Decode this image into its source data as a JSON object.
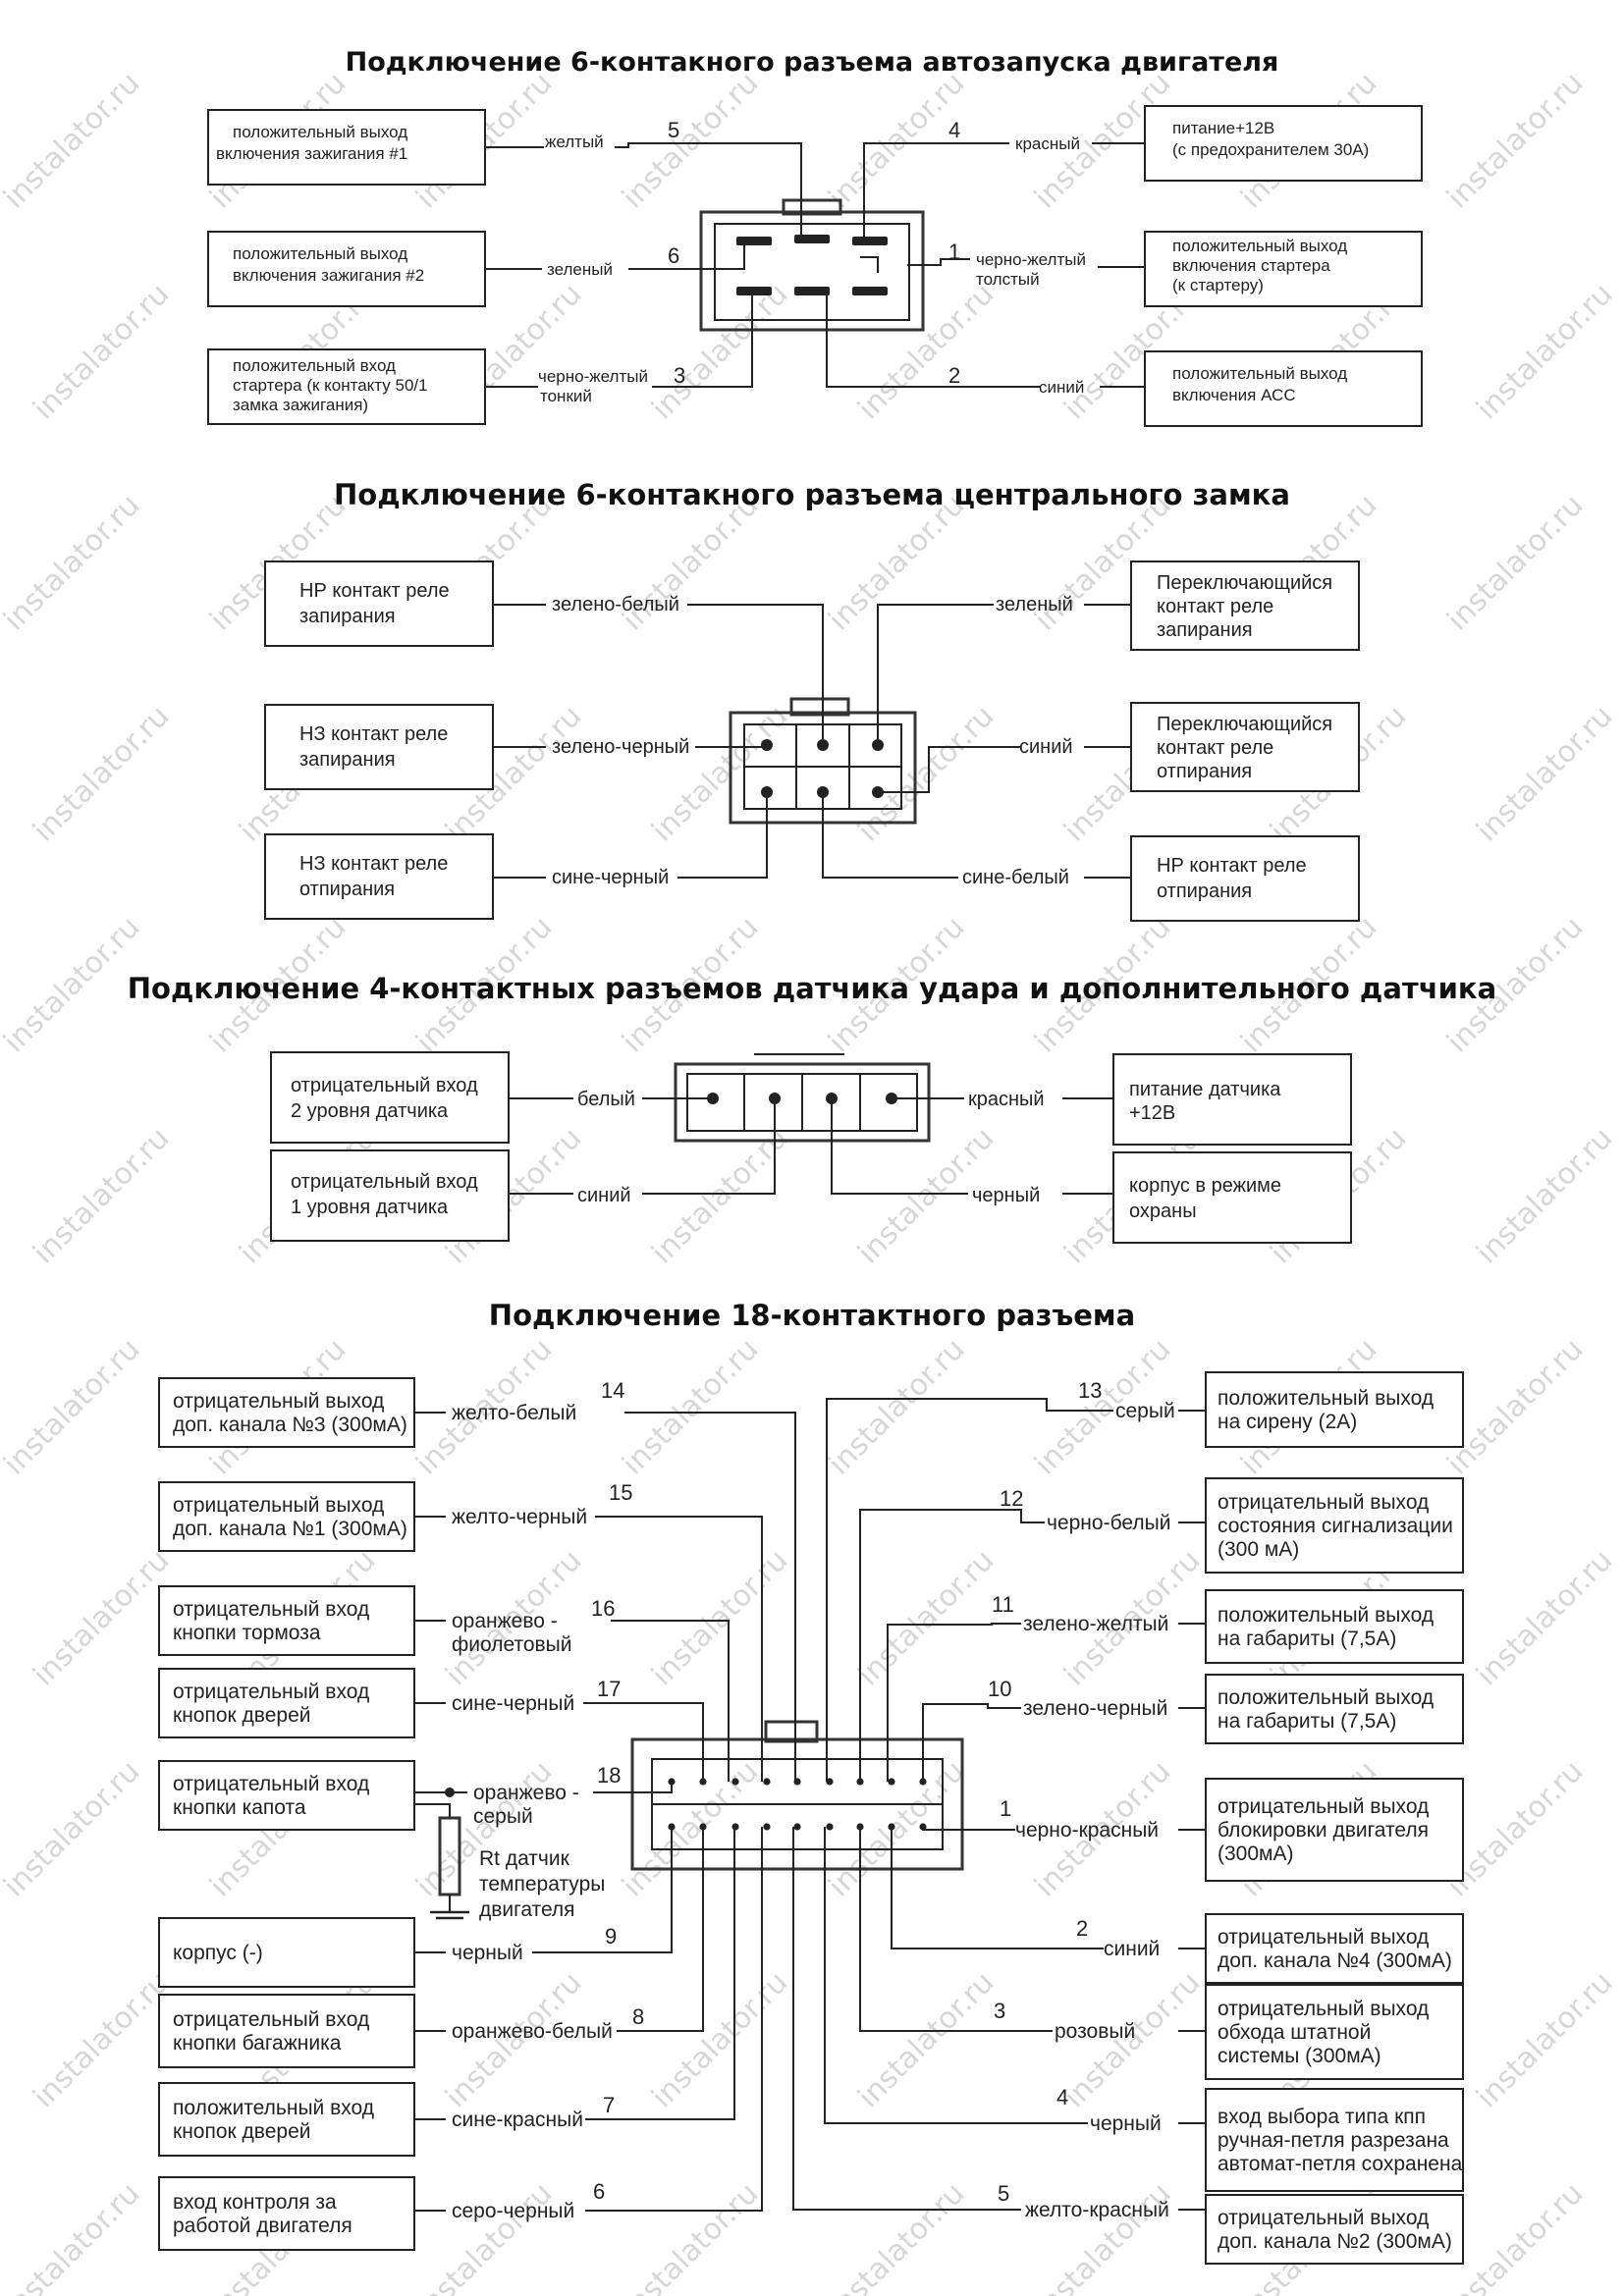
{
  "watermark": "instalator.ru",
  "section1": {
    "title": "Подключение 6-контакного разъема автозапуска двигателя",
    "boxes": {
      "ign1": [
        "положительный выход",
        "включения зажигания #1"
      ],
      "ign2": [
        "положительный выход",
        "включения зажигания #2"
      ],
      "starter_in": [
        "положительный вход",
        "стартера (к контакту 50/1",
        "замка зажигания)"
      ],
      "power": [
        "питание+12В",
        "(с предохранителем 30А)"
      ],
      "starter_out": [
        "положительный выход",
        "включения  стартера",
        "(к    стартеру)"
      ],
      "acc": [
        "положительный выход",
        "включения АСС"
      ]
    },
    "wires": {
      "p5": "желтый",
      "p6": "зеленый",
      "p3": [
        "черно-желтый",
        "тонкий"
      ],
      "p4": "красный",
      "p1": [
        "черно-желтый",
        "толстый"
      ],
      "p2": "синий"
    },
    "pins": {
      "p1": "1",
      "p2": "2",
      "p3": "3",
      "p4": "4",
      "p5": "5",
      "p6": "6"
    }
  },
  "section2": {
    "title": "Подключение 6-контакного разъема центрального замка",
    "boxes": {
      "nr_lock": [
        "НР контакт реле",
        "запирания"
      ],
      "nz_lock": [
        "НЗ контакт реле",
        "запирания"
      ],
      "nz_unlock": [
        "НЗ контакт реле",
        "отпирания"
      ],
      "sw_lock": [
        "Переключающийся",
        "контакт реле",
        "запирания"
      ],
      "sw_unlock": [
        "Переключающийся",
        "контакт реле",
        "отпирания"
      ],
      "nr_unlock": [
        "НР контакт реле",
        "отпирания"
      ]
    },
    "wires": {
      "green_white": "зелено-белый",
      "green_black": "зелено-черный",
      "blue_black": "сине-черный",
      "green": "зеленый",
      "blue": "синий",
      "blue_white": "сине-белый"
    }
  },
  "section3": {
    "title": "Подключение 4-контактных разъемов датчика удара и дополнительного датчика",
    "boxes": {
      "neg2": [
        "отрицательный  вход",
        "2 уровня датчика"
      ],
      "neg1": [
        "отрицательный  вход",
        "1 уровня датчика"
      ],
      "power": [
        "питание датчика",
        "+12В"
      ],
      "ground": [
        "корпус в режиме",
        "охраны"
      ]
    },
    "wires": {
      "white": "белый",
      "blue": "синий",
      "red": "красный",
      "black": "черный"
    }
  },
  "section4": {
    "title": "Подключение 18-контактного разъема",
    "left": [
      {
        "pin": "14",
        "wire": [
          "желто-белый"
        ],
        "box": [
          "отрицательный выход",
          "доп. канала №3 (300мА)"
        ]
      },
      {
        "pin": "15",
        "wire": [
          "желто-черный"
        ],
        "box": [
          "отрицательный  выход",
          "доп. канала №1 (300мА)"
        ]
      },
      {
        "pin": "16",
        "wire": [
          "оранжево -",
          "фиолетовый"
        ],
        "box": [
          "отрицательный вход",
          "кнопки тормоза"
        ]
      },
      {
        "pin": "17",
        "wire": [
          "сине-черный"
        ],
        "box": [
          "отрицательный  вход",
          "кнопок дверей"
        ]
      },
      {
        "pin": "18",
        "wire": [
          "оранжево -",
          "серый"
        ],
        "box": [
          "отрицательный  вход",
          "кнопки капота"
        ]
      },
      {
        "pin": "9",
        "wire": [
          "черный"
        ],
        "box": [
          "корпус (-)"
        ]
      },
      {
        "pin": "8",
        "wire": [
          "оранжево-белый"
        ],
        "box": [
          "отрицательный  вход",
          "кнопки багажника"
        ]
      },
      {
        "pin": "7",
        "wire": [
          "сине-красный"
        ],
        "box": [
          "положительный  вход",
          "кнопок дверей"
        ]
      },
      {
        "pin": "6",
        "wire": [
          "серо-черный"
        ],
        "box": [
          "вход  контроля  за",
          "работой двигателя"
        ]
      }
    ],
    "right": [
      {
        "pin": "13",
        "wire": [
          "серый"
        ],
        "box": [
          "положительный выход",
          "на сирену (2А)"
        ]
      },
      {
        "pin": "12",
        "wire": [
          "черно-белый"
        ],
        "box": [
          "отрицательный  выход",
          "состояния сигнализации",
          "(300  мА)"
        ]
      },
      {
        "pin": "11",
        "wire": [
          "зелено-желтый"
        ],
        "box": [
          "положительный выход",
          "на габариты (7,5А)"
        ]
      },
      {
        "pin": "10",
        "wire": [
          "зелено-черный"
        ],
        "box": [
          "положительный выход",
          "на габариты (7,5А)"
        ]
      },
      {
        "pin": "1",
        "wire": [
          "черно-красный"
        ],
        "box": [
          "отрицательный  выход",
          "блокировки двигателя",
          "(300мА)"
        ]
      },
      {
        "pin": "2",
        "wire": [
          "синий"
        ],
        "box": [
          "отрицательный выход",
          "доп. канала №4 (300мА)"
        ]
      },
      {
        "pin": "3",
        "wire": [
          "розовый"
        ],
        "box": [
          "отрицательный выход",
          "обхода штатной",
          "системы (300мА)"
        ]
      },
      {
        "pin": "4",
        "wire": [
          "черный"
        ],
        "box": [
          "вход выбора типа кпп",
          "ручная-петля разрезана",
          "автомат-петля сохранена"
        ]
      },
      {
        "pin": "5",
        "wire": [
          "желто-красный"
        ],
        "box": [
          "отрицательный выход",
          "доп. канала №2 (300мА)"
        ]
      }
    ],
    "sensor": [
      "Rt датчик",
      "температуры",
      "двигателя"
    ]
  }
}
